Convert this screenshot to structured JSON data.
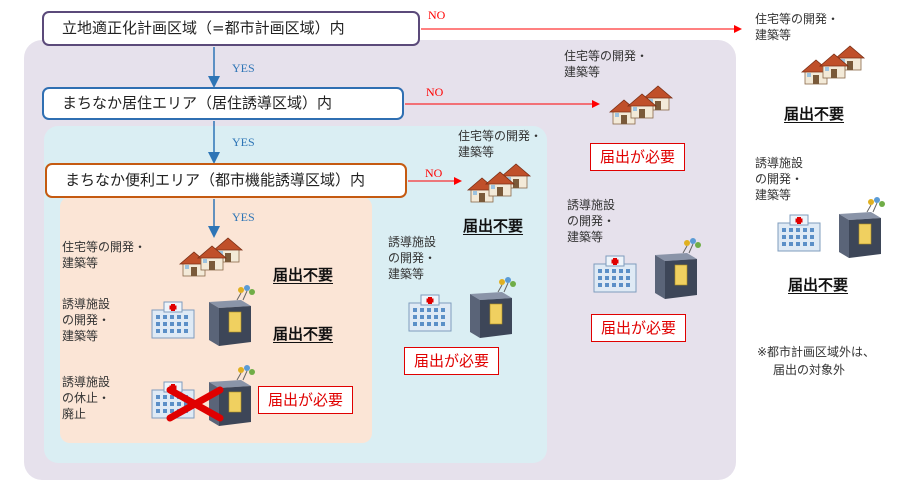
{
  "areas": {
    "l1": "立地適正化計画区域（=都市計画区域）内",
    "l2": "まちなか居住エリア（居住誘導区域）内",
    "l3": "まちなか便利エリア（都市機能誘導区域）内"
  },
  "flow": {
    "yes": "YES",
    "no": "NO"
  },
  "labels": {
    "housing_l1": "住宅等の開発・",
    "housing_l2": "建築等",
    "facility_l1": "誘導施設",
    "facility_l2": "の開発・",
    "facility_l3": "建築等",
    "closure_l1": "誘導施設",
    "closure_l2": "の休止・",
    "closure_l3": "廃止"
  },
  "results": {
    "not_required": "届出不要",
    "required": "届出が必要"
  },
  "note": {
    "line1": "※都市計画区域外は、",
    "line2": "届出の対象外"
  },
  "colors": {
    "outer_region": "#e6e1ec",
    "mid_region": "#daeef3",
    "inner_region": "#fbe5d6",
    "yes_arrow": "#2e75b6",
    "no_arrow": "#ff0000"
  },
  "icons": [
    "houses-icon",
    "hospital-icon",
    "commercial-building-icon",
    "cross-mark-icon"
  ]
}
